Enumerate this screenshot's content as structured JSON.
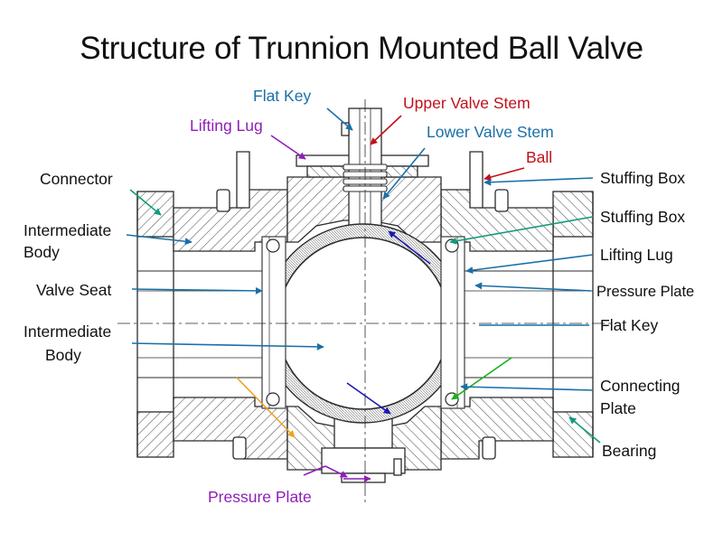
{
  "title": "Structure of Trunnion Mounted Ball Valve",
  "colors": {
    "line": "#2b2b2b",
    "blue": "#1a6fa8",
    "red": "#c0121b",
    "purple": "#8e1fb8",
    "teal": "#139a7a",
    "orange": "#f0a020",
    "navy": "#1a1ab0",
    "green": "#18b018",
    "black": "#111111"
  },
  "labels": {
    "flat_key_top": "Flat Key",
    "upper_valve_stem": "Upper Valve Stem",
    "lifting_lug_top": "Lifting Lug",
    "lower_valve_stem": "Lower Valve Stem",
    "ball": "Ball",
    "connector": "Connector",
    "intermediate_body_top_1": "Intermediate",
    "intermediate_body_top_2": "Body",
    "valve_seat": "Valve Seat",
    "intermediate_body_mid_1": "Intermediate",
    "intermediate_body_mid_2": "Body",
    "pressure_plate_bottom": "Pressure Plate",
    "stuffing_box_1": "Stuffing Box",
    "stuffing_box_2": "Stuffing Box",
    "lifting_lug_right": "Lifting Lug",
    "pressure_plate_right": "Pressure Plate",
    "flat_key_right": "Flat Key",
    "connecting_plate_1": "Connecting",
    "connecting_plate_2": "Plate",
    "bearing": "Bearing"
  }
}
